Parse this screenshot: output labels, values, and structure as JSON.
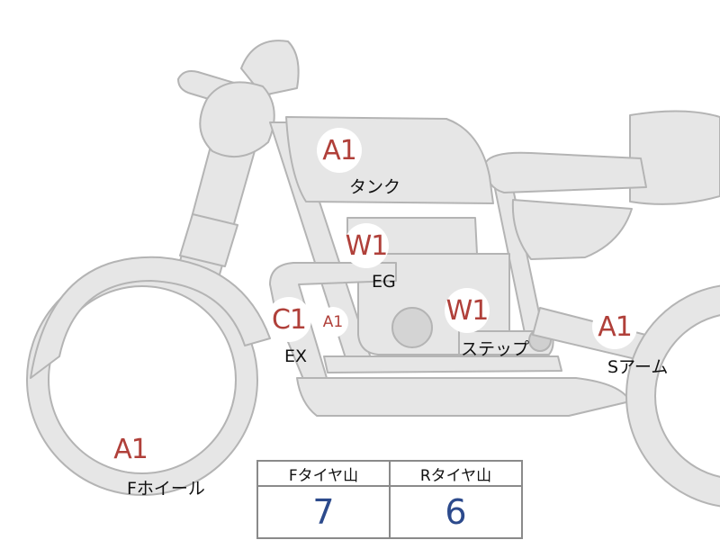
{
  "diagram": {
    "colors": {
      "part_fill": "#e6e6e6",
      "part_stroke": "#b4b4b4",
      "badge_text": "#b0403a",
      "label_text": "#111111",
      "value_text": "#2c4a8c",
      "grid": "#8a8a8a"
    },
    "parts": [
      {
        "id": "tank",
        "label": "タンク",
        "grade": "A1"
      },
      {
        "id": "engine",
        "label": "EG",
        "grade": "W1"
      },
      {
        "id": "exhaust",
        "label": "EX",
        "grade": "C1",
        "sub_grade": "A1"
      },
      {
        "id": "step",
        "label": "ステップ",
        "grade": "W1"
      },
      {
        "id": "swingarm",
        "label": "Sアーム",
        "grade": "A1"
      },
      {
        "id": "front-wheel",
        "label": "Fホイール",
        "grade": "A1"
      }
    ],
    "tread_table": {
      "headers": [
        "Fタイヤ山",
        "Rタイヤ山"
      ],
      "values": [
        "7",
        "6"
      ]
    }
  }
}
